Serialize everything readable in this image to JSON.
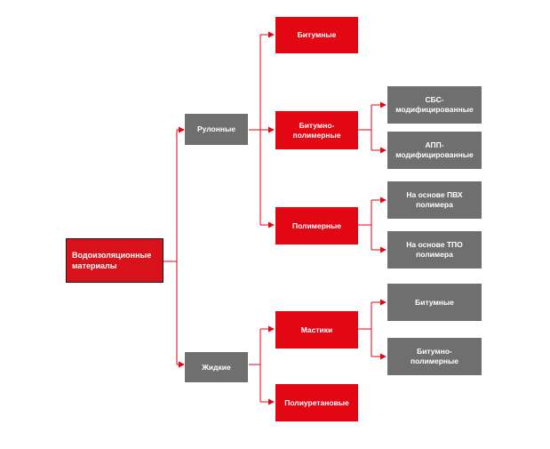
{
  "diagram": {
    "colors": {
      "connector": "#e30613",
      "category": "#e30613",
      "group": "#6f6f6f",
      "leaf": "#6f6f6f"
    },
    "root": "Водоизоляционные\nматериалы",
    "rolled": "Рулонные",
    "liquid": "Жидкие",
    "bitumen": "Битумные",
    "bitumen_polymer": "Битумно-\nполимерные",
    "polymer": "Полимерные",
    "mastics": "Мастики",
    "polyurethane": "Полиуретановые",
    "sbs": "СБС-\nмодифицированные",
    "app": "АПП-\nмодифицированные",
    "pvc": "На основе ПВХ\nполимера",
    "tpo": "На основе ТПО\nполимера",
    "mastic_bitumen": "Битумные",
    "mastic_bitumen_polymer": "Битумно-\nполимерные"
  }
}
